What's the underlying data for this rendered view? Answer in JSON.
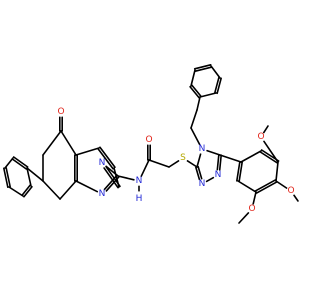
{
  "molecule": {
    "atom_colors": {
      "O": "#e0261c",
      "N": "#2228d6",
      "S": "#b4a800",
      "NH": "#2228d6"
    },
    "atoms": [
      {
        "id": "c1",
        "el": "C",
        "label": ""
      },
      {
        "id": "c2",
        "el": "C",
        "label": ""
      },
      {
        "id": "c3",
        "el": "C",
        "label": ""
      },
      {
        "id": "c4",
        "el": "C",
        "label": ""
      },
      {
        "id": "c5",
        "el": "C",
        "label": ""
      },
      {
        "id": "c6",
        "el": "C",
        "label": ""
      },
      {
        "id": "o_keto",
        "el": "O",
        "label": "O"
      },
      {
        "id": "q1",
        "el": "C",
        "label": ""
      },
      {
        "id": "q2",
        "el": "C",
        "label": ""
      },
      {
        "id": "q3",
        "el": "C",
        "label": ""
      },
      {
        "id": "n_q1",
        "el": "N",
        "label": "N"
      },
      {
        "id": "n_q2",
        "el": "N",
        "label": "N"
      },
      {
        "id": "q4",
        "el": "C",
        "label": ""
      },
      {
        "id": "ph1_1",
        "el": "C",
        "label": ""
      },
      {
        "id": "ph1_2",
        "el": "C",
        "label": ""
      },
      {
        "id": "ph1_3",
        "el": "C",
        "label": ""
      },
      {
        "id": "ph1_4",
        "el": "C",
        "label": ""
      },
      {
        "id": "ph1_5",
        "el": "C",
        "label": ""
      },
      {
        "id": "ph1_6",
        "el": "C",
        "label": ""
      },
      {
        "id": "nh",
        "el": "NH",
        "label": "N"
      },
      {
        "id": "h_nh",
        "el": "NH",
        "label": "H"
      },
      {
        "id": "c_amide",
        "el": "C",
        "label": ""
      },
      {
        "id": "o_amide",
        "el": "O",
        "label": "O"
      },
      {
        "id": "ch2",
        "el": "C",
        "label": ""
      },
      {
        "id": "s",
        "el": "S",
        "label": "S"
      },
      {
        "id": "tz1",
        "el": "C",
        "label": ""
      },
      {
        "id": "tz_n4",
        "el": "N",
        "label": "N"
      },
      {
        "id": "tz5",
        "el": "C",
        "label": ""
      },
      {
        "id": "tz_n1",
        "el": "N",
        "label": "N"
      },
      {
        "id": "tz_n2",
        "el": "N",
        "label": "N"
      },
      {
        "id": "e1",
        "el": "C",
        "label": ""
      },
      {
        "id": "e2",
        "el": "C",
        "label": ""
      },
      {
        "id": "ph2_1",
        "el": "C",
        "label": ""
      },
      {
        "id": "ph2_2",
        "el": "C",
        "label": ""
      },
      {
        "id": "ph2_3",
        "el": "C",
        "label": ""
      },
      {
        "id": "ph2_4",
        "el": "C",
        "label": ""
      },
      {
        "id": "ph2_5",
        "el": "C",
        "label": ""
      },
      {
        "id": "ph2_6",
        "el": "C",
        "label": ""
      },
      {
        "id": "ar1",
        "el": "C",
        "label": ""
      },
      {
        "id": "ar2",
        "el": "C",
        "label": ""
      },
      {
        "id": "ar3",
        "el": "C",
        "label": ""
      },
      {
        "id": "ar4",
        "el": "C",
        "label": ""
      },
      {
        "id": "ar5",
        "el": "C",
        "label": ""
      },
      {
        "id": "ar6",
        "el": "C",
        "label": ""
      },
      {
        "id": "o_m1",
        "el": "O",
        "label": "O"
      },
      {
        "id": "me1",
        "el": "C",
        "label": ""
      },
      {
        "id": "o_m2",
        "el": "O",
        "label": "O"
      },
      {
        "id": "me2",
        "el": "C",
        "label": ""
      },
      {
        "id": "o_m3",
        "el": "O",
        "label": "O"
      },
      {
        "id": "me3",
        "el": "C",
        "label": ""
      }
    ],
    "bonds": [
      [
        "c1",
        "c2",
        1
      ],
      [
        "c2",
        "c3",
        2
      ],
      [
        "c3",
        "c4",
        1
      ],
      [
        "c4",
        "c5",
        1
      ],
      [
        "c5",
        "c6",
        1
      ],
      [
        "c6",
        "c1",
        1
      ],
      [
        "c1",
        "o_keto",
        2
      ],
      [
        "c2",
        "q1",
        1
      ],
      [
        "q1",
        "q2",
        2
      ],
      [
        "q2",
        "q3",
        1
      ],
      [
        "q3",
        "n_q1",
        2
      ],
      [
        "n_q1",
        "q4",
        1
      ],
      [
        "q4",
        "n_q2",
        2
      ],
      [
        "n_q2",
        "c3",
        1
      ],
      [
        "c5",
        "ph1_1",
        1
      ],
      [
        "ph1_1",
        "ph1_2",
        2
      ],
      [
        "ph1_2",
        "ph1_3",
        1
      ],
      [
        "ph1_3",
        "ph1_4",
        2
      ],
      [
        "ph1_4",
        "ph1_5",
        1
      ],
      [
        "ph1_5",
        "ph1_6",
        2
      ],
      [
        "ph1_6",
        "ph1_1",
        1
      ],
      [
        "q4",
        "nh",
        1
      ],
      [
        "nh",
        "h_nh",
        1
      ],
      [
        "nh",
        "c_amide",
        1
      ],
      [
        "c_amide",
        "o_amide",
        2
      ],
      [
        "c_amide",
        "ch2",
        1
      ],
      [
        "ch2",
        "s",
        1
      ],
      [
        "s",
        "tz1",
        1
      ],
      [
        "tz1",
        "tz_n4",
        1
      ],
      [
        "tz_n4",
        "tz5",
        1
      ],
      [
        "tz5",
        "tz_n1",
        2
      ],
      [
        "tz_n1",
        "tz_n2",
        1
      ],
      [
        "tz_n2",
        "tz1",
        2
      ],
      [
        "tz_n4",
        "e1",
        1
      ],
      [
        "e1",
        "e2",
        1
      ],
      [
        "e2",
        "ph2_1",
        1
      ],
      [
        "ph2_1",
        "ph2_2",
        2
      ],
      [
        "ph2_2",
        "ph2_3",
        1
      ],
      [
        "ph2_3",
        "ph2_4",
        2
      ],
      [
        "ph2_4",
        "ph2_5",
        1
      ],
      [
        "ph2_5",
        "ph2_6",
        2
      ],
      [
        "ph2_6",
        "ph2_1",
        1
      ],
      [
        "tz5",
        "ar1",
        1
      ],
      [
        "ar1",
        "ar2",
        2
      ],
      [
        "ar2",
        "ar3",
        1
      ],
      [
        "ar3",
        "ar4",
        2
      ],
      [
        "ar4",
        "ar5",
        1
      ],
      [
        "ar5",
        "ar6",
        2
      ],
      [
        "ar6",
        "ar1",
        1
      ],
      [
        "ar3",
        "o_m1",
        1
      ],
      [
        "o_m1",
        "me1",
        1
      ],
      [
        "ar4",
        "o_m2",
        1
      ],
      [
        "o_m2",
        "me2",
        1
      ],
      [
        "ar5",
        "o_m3",
        1
      ],
      [
        "o_m3",
        "me3",
        1
      ]
    ]
  }
}
